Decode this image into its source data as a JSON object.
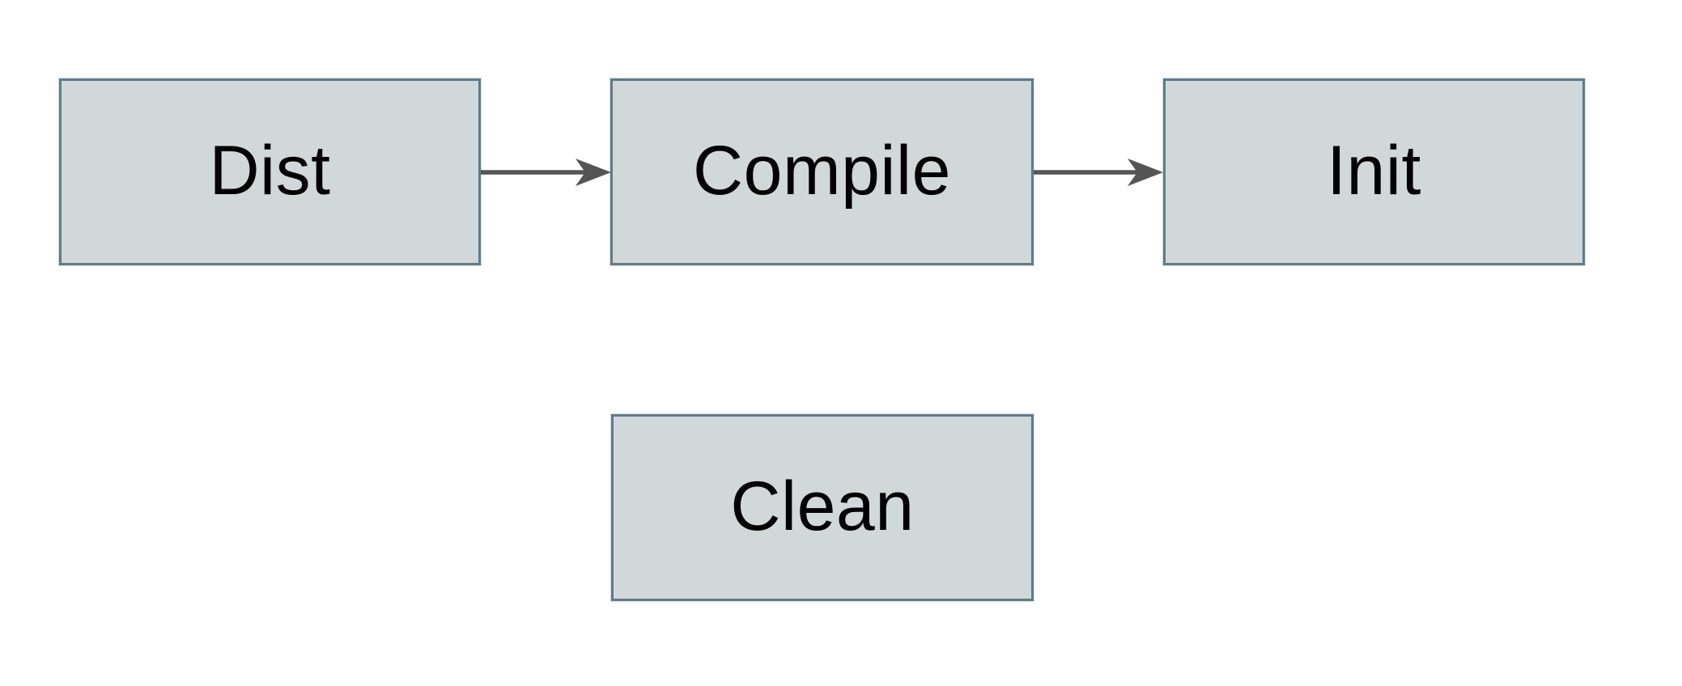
{
  "diagram": {
    "nodes": [
      {
        "id": "dist",
        "label": "Dist"
      },
      {
        "id": "compile",
        "label": "Compile"
      },
      {
        "id": "init",
        "label": "Init"
      },
      {
        "id": "clean",
        "label": "Clean"
      }
    ],
    "edges": [
      {
        "from": "Dist",
        "to": "Compile",
        "icon": "arrow-right"
      },
      {
        "from": "Compile",
        "to": "Init",
        "icon": "arrow-right"
      }
    ],
    "colors": {
      "background": "#ffffff",
      "node_fill": "#d1d8da",
      "node_border": "#5f7c8a",
      "node_text": "#000000",
      "arrow": "#555555"
    }
  }
}
